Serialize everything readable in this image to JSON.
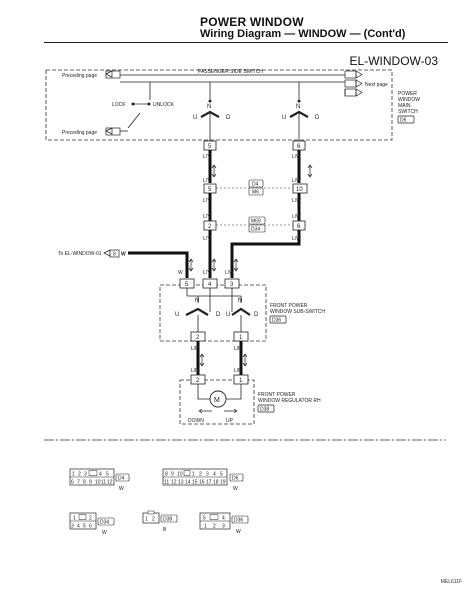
{
  "header": {
    "title": "POWER WINDOW",
    "subtitle": "Wiring Diagram — WINDOW — (Cont'd)",
    "code": "EL-WINDOW-03"
  },
  "main_switch": {
    "preceding_top": "Preceding page",
    "preceding_bottom": "Preceding page",
    "next_page": "Next page",
    "passenger_side": "PASSENGER SIDE SWITCH",
    "lock": "LOCK",
    "unlock": "UNLOCK",
    "name": [
      "POWER",
      "WINDOW",
      "MAIN",
      "SWITCH"
    ],
    "connector": "D6",
    "pins_left": [
      "U",
      "N",
      "D"
    ],
    "pins_right": [
      "U",
      "N",
      "D"
    ],
    "term_left": "5",
    "term_right": "6"
  },
  "wires": {
    "ly": "L/Y",
    "lw": "L/W",
    "w": "W",
    "lr": "L/R",
    "lb": "L/B"
  },
  "joints": {
    "row1_left": "5",
    "row1_right": "10",
    "row1_tags": [
      "D4",
      "M6"
    ],
    "row2_left": "2",
    "row2_right": "6",
    "row2_tags": [
      "M69",
      "D34"
    ]
  },
  "to_window": {
    "label": "To EL-WINDOW-01",
    "pin": "8",
    "wire": "W"
  },
  "sub_switch": {
    "top_pins": [
      "5",
      "4",
      "3"
    ],
    "name": [
      "FRONT POWER",
      "WINDOW SUB-SWITCH"
    ],
    "connector": "D36",
    "pins_left": [
      "U",
      "N",
      "D"
    ],
    "pins_right": [
      "U",
      "N",
      "D"
    ],
    "bottom_left": "2",
    "bottom_right": "1"
  },
  "regulator": {
    "top_left": "2",
    "top_right": "1",
    "motor": "M",
    "name": [
      "FRONT POWER",
      "WINDOW REGULATOR RH"
    ],
    "connector": "D38",
    "down": "DOWN",
    "up": "UP"
  },
  "connectors": {
    "d4_top": [
      "1",
      "2",
      "3",
      "",
      "4",
      "5"
    ],
    "d4_bottom": [
      "6",
      "7",
      "8",
      "9",
      "10",
      "11",
      "12"
    ],
    "d4_label": "D4",
    "d4_color": "W",
    "d6_top": [
      "8",
      "9",
      "10",
      "",
      "1",
      "2",
      "3",
      "4",
      "5"
    ],
    "d6_bottom": [
      "11",
      "12",
      "13",
      "14",
      "15",
      "16",
      "17",
      "18",
      "19"
    ],
    "d6_label": "D6",
    "d6_color": "W",
    "d34_top": [
      "1",
      "",
      "2"
    ],
    "d34_bottom": [
      "3",
      "4",
      "5",
      "6"
    ],
    "d34_label": "D34",
    "d34_color": "W",
    "d38_pins": [
      "1",
      "2"
    ],
    "d38_label": "D38",
    "d38_color": "B",
    "d36_top": [
      "5",
      "",
      "4"
    ],
    "d36_bottom": [
      "1",
      "2",
      "3"
    ],
    "d36_label": "D36",
    "d36_color": "W"
  },
  "footer": "MEL611F"
}
